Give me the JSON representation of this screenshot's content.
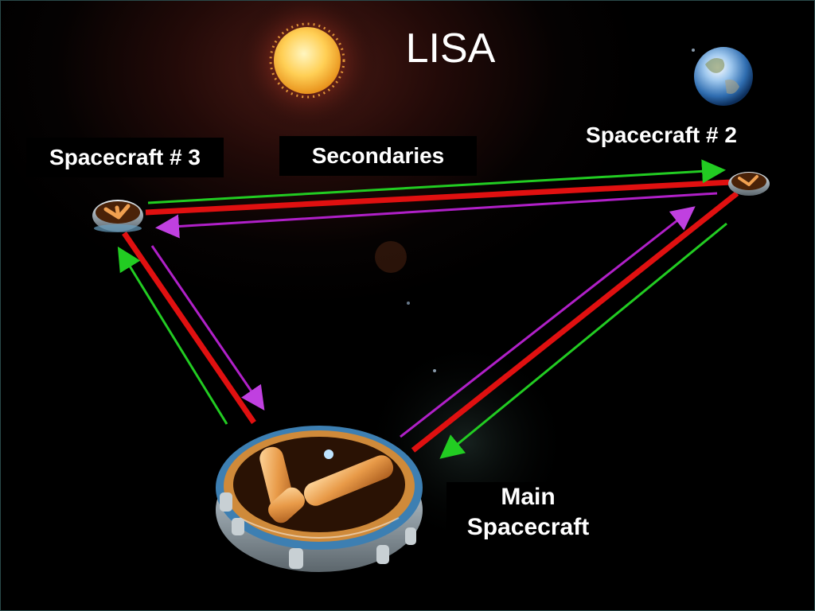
{
  "slide": {
    "title": "LISA",
    "labels": {
      "spacecraft_3": "Spacecraft # 3",
      "secondaries": "Secondaries",
      "spacecraft_2": "Spacecraft # 2",
      "main_spacecraft_line1": "Main",
      "main_spacecraft_line2": "Spacecraft"
    }
  },
  "beam_colors": {
    "main_beam": "#e01010",
    "forward_beam": "#22cc22",
    "return_beam": "#b020c8"
  },
  "icons": [
    "sun-icon",
    "earth-icon",
    "spacecraft-icon"
  ]
}
